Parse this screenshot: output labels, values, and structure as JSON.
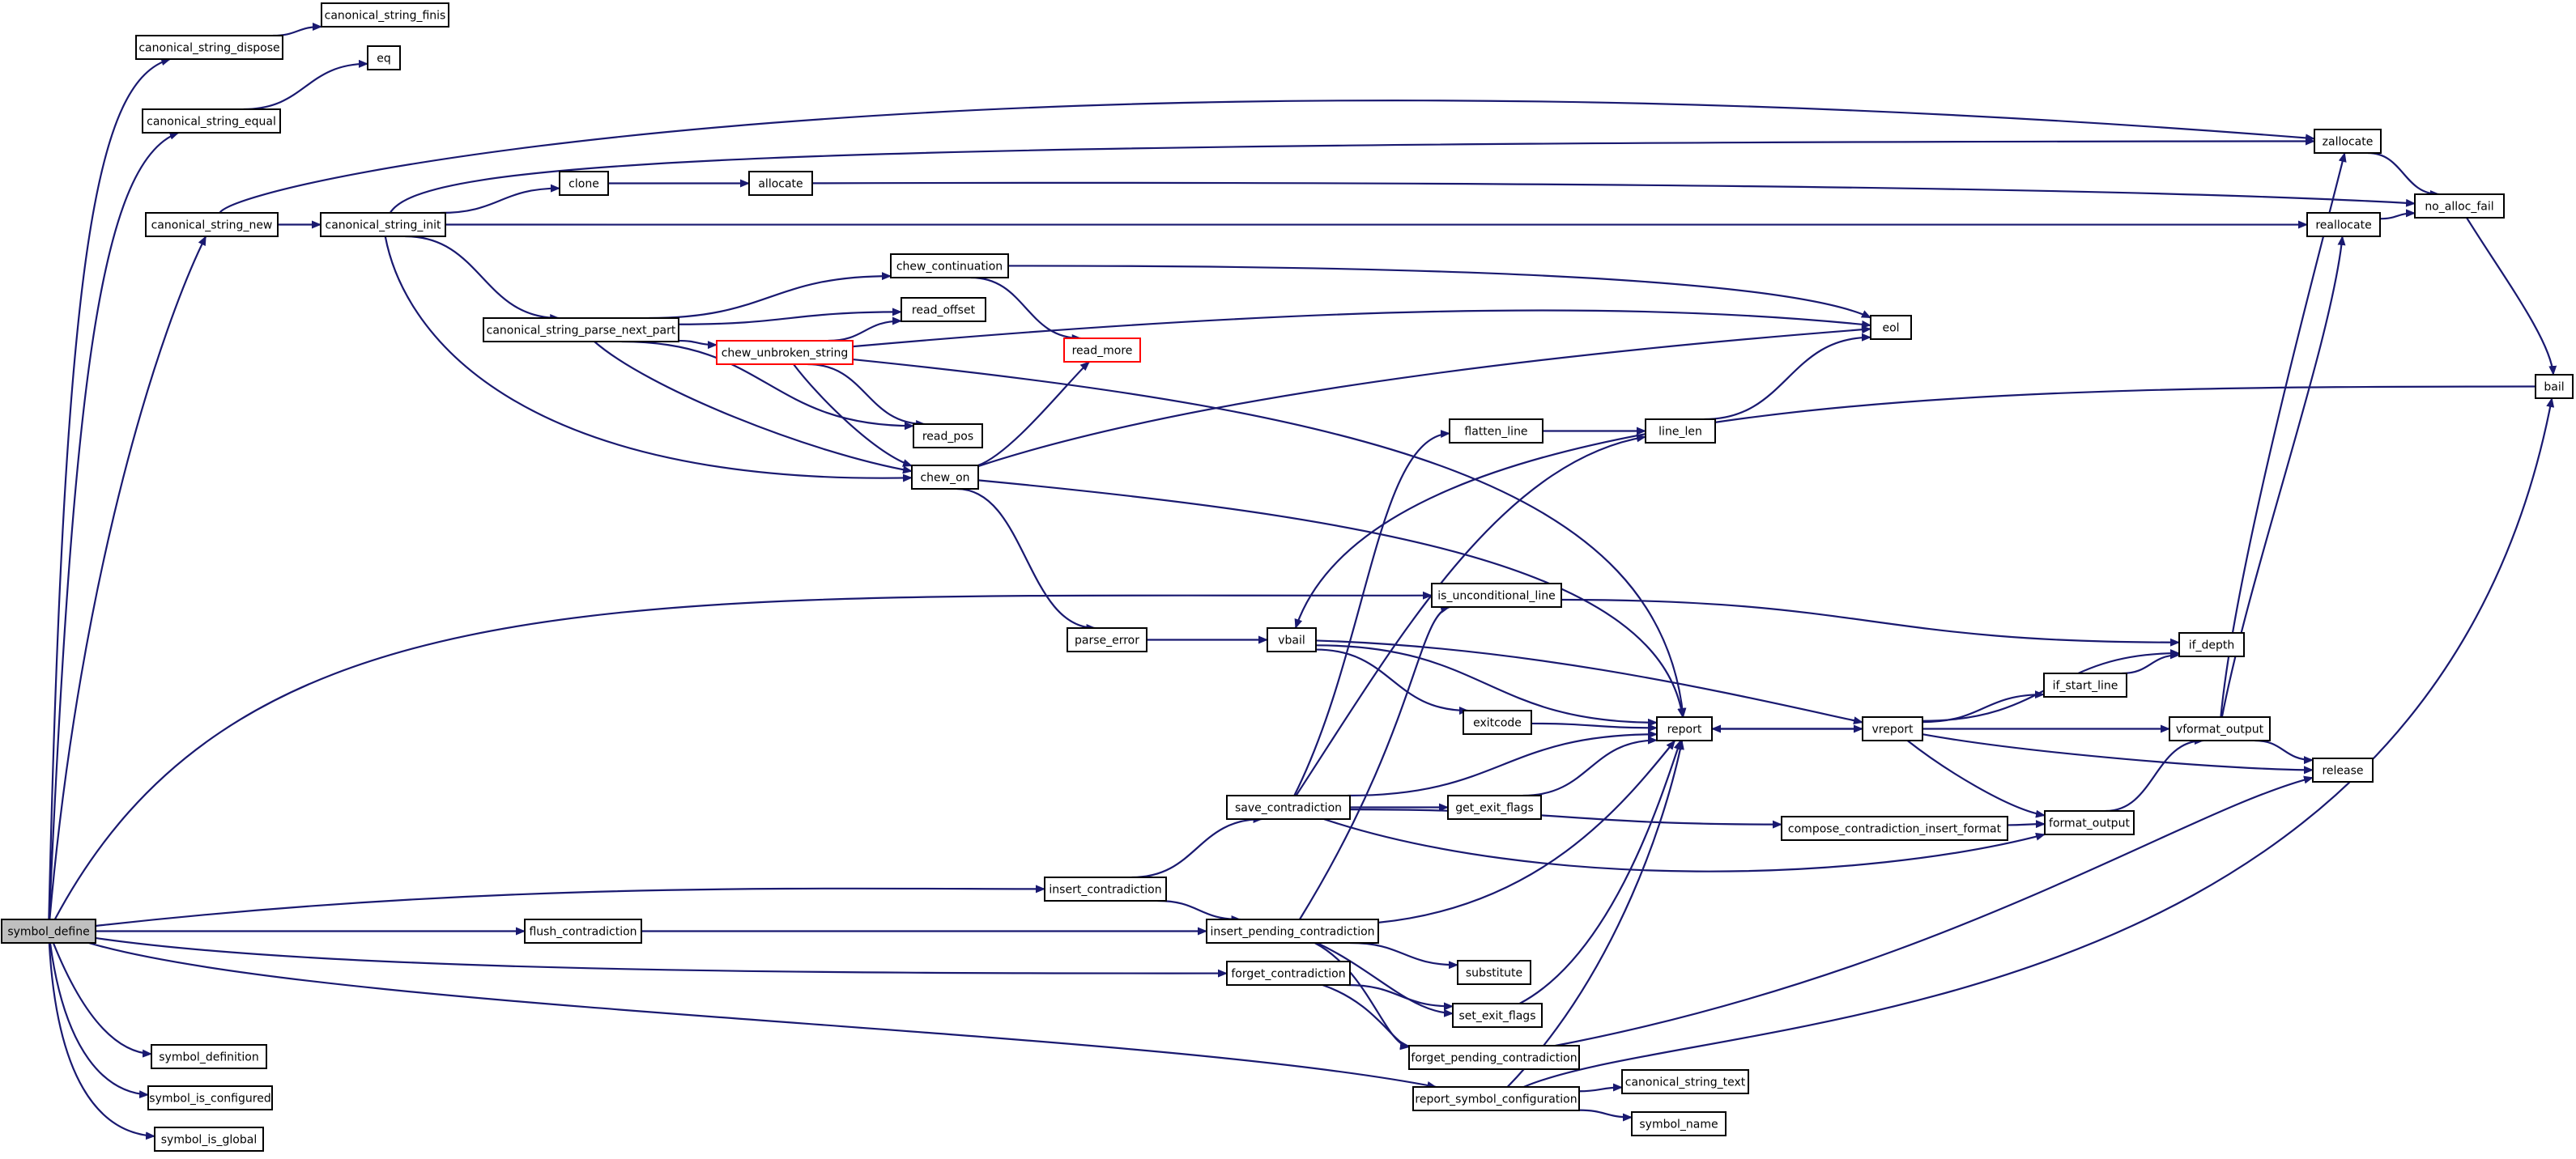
{
  "diagram": {
    "edge_color": "#191970",
    "truncated_border_color": "#ff0000",
    "root_fill": "#bfbfbf",
    "nodes": [
      {
        "id": "symbol_define",
        "label": "symbol_define",
        "style": "root"
      },
      {
        "id": "canonical_string_dispose",
        "label": "canonical_string_dispose"
      },
      {
        "id": "canonical_string_finis",
        "label": "canonical_string_finis"
      },
      {
        "id": "canonical_string_equal",
        "label": "canonical_string_equal"
      },
      {
        "id": "eq",
        "label": "eq"
      },
      {
        "id": "canonical_string_new",
        "label": "canonical_string_new"
      },
      {
        "id": "canonical_string_init",
        "label": "canonical_string_init"
      },
      {
        "id": "zallocate",
        "label": "zallocate"
      },
      {
        "id": "clone",
        "label": "clone"
      },
      {
        "id": "allocate",
        "label": "allocate"
      },
      {
        "id": "no_alloc_fail",
        "label": "no_alloc_fail"
      },
      {
        "id": "reallocate",
        "label": "reallocate"
      },
      {
        "id": "chew_continuation",
        "label": "chew_continuation"
      },
      {
        "id": "canonical_string_parse_next_part",
        "label": "canonical_string_parse_next_part"
      },
      {
        "id": "read_offset",
        "label": "read_offset"
      },
      {
        "id": "chew_unbroken_string",
        "label": "chew_unbroken_string",
        "style": "truncated"
      },
      {
        "id": "read_more",
        "label": "read_more",
        "style": "truncated"
      },
      {
        "id": "eol",
        "label": "eol"
      },
      {
        "id": "bail",
        "label": "bail"
      },
      {
        "id": "read_pos",
        "label": "read_pos"
      },
      {
        "id": "flatten_line",
        "label": "flatten_line"
      },
      {
        "id": "line_len",
        "label": "line_len"
      },
      {
        "id": "chew_on",
        "label": "chew_on"
      },
      {
        "id": "is_unconditional_line",
        "label": "is_unconditional_line"
      },
      {
        "id": "parse_error",
        "label": "parse_error"
      },
      {
        "id": "vbail",
        "label": "vbail"
      },
      {
        "id": "if_depth",
        "label": "if_depth"
      },
      {
        "id": "if_start_line",
        "label": "if_start_line"
      },
      {
        "id": "exitcode",
        "label": "exitcode"
      },
      {
        "id": "report",
        "label": "report"
      },
      {
        "id": "vreport",
        "label": "vreport"
      },
      {
        "id": "vformat_output",
        "label": "vformat_output"
      },
      {
        "id": "release",
        "label": "release"
      },
      {
        "id": "save_contradiction",
        "label": "save_contradiction"
      },
      {
        "id": "get_exit_flags",
        "label": "get_exit_flags"
      },
      {
        "id": "compose_contradiction_insert_format",
        "label": "compose_contradiction_insert_format"
      },
      {
        "id": "format_output",
        "label": "format_output"
      },
      {
        "id": "insert_contradiction",
        "label": "insert_contradiction"
      },
      {
        "id": "flush_contradiction",
        "label": "flush_contradiction"
      },
      {
        "id": "insert_pending_contradiction",
        "label": "insert_pending_contradiction"
      },
      {
        "id": "substitute",
        "label": "substitute"
      },
      {
        "id": "forget_contradiction",
        "label": "forget_contradiction"
      },
      {
        "id": "set_exit_flags",
        "label": "set_exit_flags"
      },
      {
        "id": "forget_pending_contradiction",
        "label": "forget_pending_contradiction"
      },
      {
        "id": "symbol_definition",
        "label": "symbol_definition"
      },
      {
        "id": "report_symbol_configuration",
        "label": "report_symbol_configuration"
      },
      {
        "id": "canonical_string_text",
        "label": "canonical_string_text"
      },
      {
        "id": "symbol_is_configured",
        "label": "symbol_is_configured"
      },
      {
        "id": "symbol_name",
        "label": "symbol_name"
      },
      {
        "id": "symbol_is_global",
        "label": "symbol_is_global"
      }
    ],
    "edges": [
      [
        "symbol_define",
        "canonical_string_dispose"
      ],
      [
        "canonical_string_dispose",
        "canonical_string_finis"
      ],
      [
        "symbol_define",
        "canonical_string_equal"
      ],
      [
        "canonical_string_equal",
        "eq"
      ],
      [
        "symbol_define",
        "canonical_string_new"
      ],
      [
        "canonical_string_new",
        "zallocate"
      ],
      [
        "canonical_string_new",
        "canonical_string_init"
      ],
      [
        "canonical_string_init",
        "zallocate"
      ],
      [
        "canonical_string_init",
        "clone"
      ],
      [
        "clone",
        "allocate"
      ],
      [
        "allocate",
        "no_alloc_fail"
      ],
      [
        "canonical_string_init",
        "reallocate"
      ],
      [
        "zallocate",
        "no_alloc_fail"
      ],
      [
        "reallocate",
        "no_alloc_fail"
      ],
      [
        "no_alloc_fail",
        "bail"
      ],
      [
        "canonical_string_init",
        "canonical_string_parse_next_part"
      ],
      [
        "canonical_string_init",
        "chew_on"
      ],
      [
        "canonical_string_parse_next_part",
        "chew_continuation"
      ],
      [
        "canonical_string_parse_next_part",
        "read_offset"
      ],
      [
        "canonical_string_parse_next_part",
        "chew_unbroken_string"
      ],
      [
        "canonical_string_parse_next_part",
        "read_pos"
      ],
      [
        "canonical_string_parse_next_part",
        "chew_on"
      ],
      [
        "chew_continuation",
        "eol"
      ],
      [
        "chew_continuation",
        "read_more"
      ],
      [
        "chew_unbroken_string",
        "read_offset"
      ],
      [
        "chew_unbroken_string",
        "eol"
      ],
      [
        "chew_unbroken_string",
        "read_pos"
      ],
      [
        "chew_unbroken_string",
        "chew_on"
      ],
      [
        "chew_unbroken_string",
        "report"
      ],
      [
        "chew_on",
        "read_more"
      ],
      [
        "chew_on",
        "eol"
      ],
      [
        "chew_on",
        "report"
      ],
      [
        "chew_on",
        "parse_error"
      ],
      [
        "parse_error",
        "vbail"
      ],
      [
        "bail",
        "vbail"
      ],
      [
        "vbail",
        "exitcode"
      ],
      [
        "vbail",
        "report"
      ],
      [
        "vbail",
        "vreport"
      ],
      [
        "exitcode",
        "report"
      ],
      [
        "report",
        "vreport"
      ],
      [
        "vreport",
        "report"
      ],
      [
        "vreport",
        "if_start_line"
      ],
      [
        "vreport",
        "if_depth"
      ],
      [
        "vreport",
        "vformat_output"
      ],
      [
        "vreport",
        "format_output"
      ],
      [
        "vreport",
        "release"
      ],
      [
        "if_start_line",
        "if_depth"
      ],
      [
        "vformat_output",
        "zallocate"
      ],
      [
        "vformat_output",
        "reallocate"
      ],
      [
        "vformat_output",
        "release"
      ],
      [
        "format_output",
        "vformat_output"
      ],
      [
        "flatten_line",
        "line_len"
      ],
      [
        "line_len",
        "eol"
      ],
      [
        "is_unconditional_line",
        "if_depth"
      ],
      [
        "symbol_define",
        "is_unconditional_line"
      ],
      [
        "symbol_define",
        "insert_contradiction"
      ],
      [
        "insert_contradiction",
        "save_contradiction"
      ],
      [
        "insert_contradiction",
        "insert_pending_contradiction"
      ],
      [
        "save_contradiction",
        "flatten_line"
      ],
      [
        "save_contradiction",
        "line_len"
      ],
      [
        "save_contradiction",
        "report"
      ],
      [
        "save_contradiction",
        "get_exit_flags"
      ],
      [
        "save_contradiction",
        "compose_contradiction_insert_format"
      ],
      [
        "save_contradiction",
        "format_output"
      ],
      [
        "get_exit_flags",
        "report"
      ],
      [
        "compose_contradiction_insert_format",
        "format_output"
      ],
      [
        "symbol_define",
        "flush_contradiction"
      ],
      [
        "flush_contradiction",
        "insert_pending_contradiction"
      ],
      [
        "insert_pending_contradiction",
        "is_unconditional_line"
      ],
      [
        "insert_pending_contradiction",
        "report"
      ],
      [
        "insert_pending_contradiction",
        "substitute"
      ],
      [
        "insert_pending_contradiction",
        "set_exit_flags"
      ],
      [
        "insert_pending_contradiction",
        "forget_pending_contradiction"
      ],
      [
        "symbol_define",
        "forget_contradiction"
      ],
      [
        "forget_contradiction",
        "set_exit_flags"
      ],
      [
        "forget_contradiction",
        "forget_pending_contradiction"
      ],
      [
        "set_exit_flags",
        "report"
      ],
      [
        "forget_pending_contradiction",
        "release"
      ],
      [
        "symbol_define",
        "symbol_definition"
      ],
      [
        "symbol_define",
        "report_symbol_configuration"
      ],
      [
        "report_symbol_configuration",
        "report"
      ],
      [
        "report_symbol_configuration",
        "bail"
      ],
      [
        "report_symbol_configuration",
        "canonical_string_text"
      ],
      [
        "report_symbol_configuration",
        "symbol_name"
      ],
      [
        "symbol_define",
        "symbol_is_configured"
      ],
      [
        "symbol_define",
        "symbol_is_global"
      ]
    ]
  }
}
